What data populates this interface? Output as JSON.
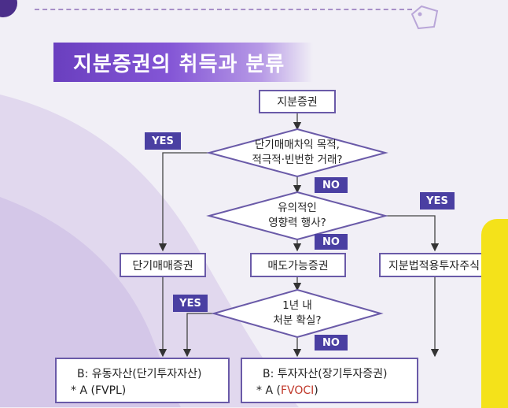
{
  "title": "지분증권의 취득과 분류",
  "nodes": {
    "start": "지분증권",
    "q1_line1": "단기매매차익 목적,",
    "q1_line2": "적극적·빈번한 거래?",
    "q2_line1": "유의적인",
    "q2_line2": "영향력 행사?",
    "q3_line1": "1년 내",
    "q3_line2": "처분 확실?",
    "trading": "단기매매증권",
    "afs": "매도가능증권",
    "equity_method": "지분법적용투자주식"
  },
  "labels": {
    "yes": "YES",
    "no": "NO"
  },
  "results": {
    "left_line1": "B: 유동자산(단기투자자산)",
    "left_line2": "* A (FVPL)",
    "right_line1": "B: 투자자산(장기투자증권)",
    "right_line2_prefix": "* A (",
    "right_line2_highlight": "FVOCI",
    "right_line2_suffix": ")"
  },
  "colors": {
    "title_bar": "#7a4fd0",
    "badge": "#4a3fa2",
    "box_border": "#6a5aa8",
    "highlight": "#c0392b"
  }
}
